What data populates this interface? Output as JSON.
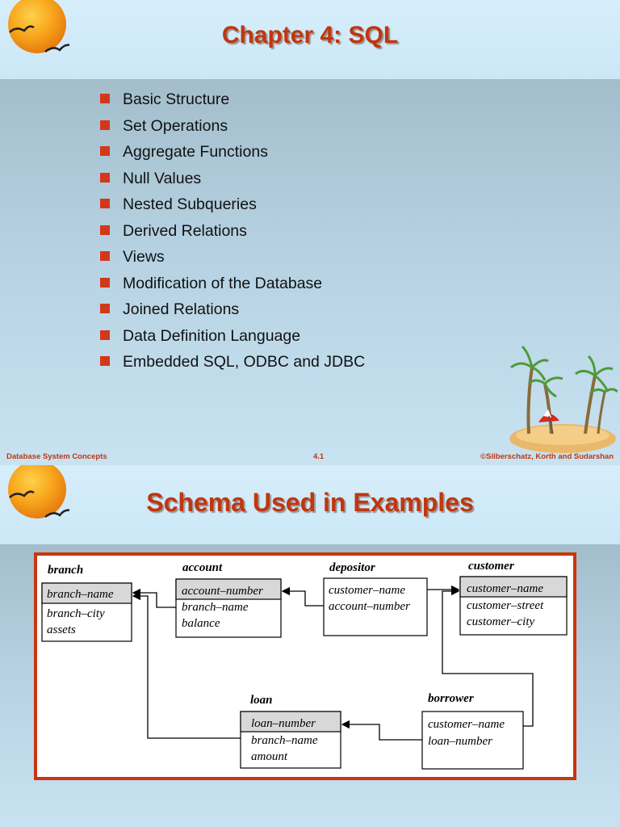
{
  "slide1": {
    "title": "Chapter 4:  SQL",
    "bullets": [
      "Basic Structure",
      "Set Operations",
      "Aggregate Functions",
      "Null Values",
      "Nested Subqueries",
      "Derived Relations",
      "Views",
      "Modification of the Database",
      "Joined Relations",
      "Data Definition Language",
      "Embedded SQL, ODBC and JDBC"
    ],
    "footer": {
      "left": "Database System Concepts",
      "center": "4.1",
      "right": "©Silberschatz, Korth and Sudarshan"
    }
  },
  "slide2": {
    "title": "Schema Used in Examples",
    "tables": {
      "branch": {
        "name": "branch",
        "key": "branch–name",
        "attrs": [
          "branch–city",
          "assets"
        ]
      },
      "account": {
        "name": "account",
        "key": "account–number",
        "attrs": [
          "branch–name",
          "balance"
        ]
      },
      "depositor": {
        "name": "depositor",
        "key": "customer–name",
        "attrs": [
          "account–number"
        ]
      },
      "customer": {
        "name": "customer",
        "key": "customer–name",
        "attrs": [
          "customer–street",
          "customer–city"
        ]
      },
      "loan": {
        "name": "loan",
        "key": "loan–number",
        "attrs": [
          "branch–name",
          "amount"
        ]
      },
      "borrower": {
        "name": "borrower",
        "key": "customer–name",
        "attrs": [
          "loan–number"
        ]
      }
    }
  },
  "colors": {
    "title": "#c0360f",
    "bullet": "#d3381a",
    "frame": "#c8360e",
    "key_fill": "#d8d8d8"
  }
}
